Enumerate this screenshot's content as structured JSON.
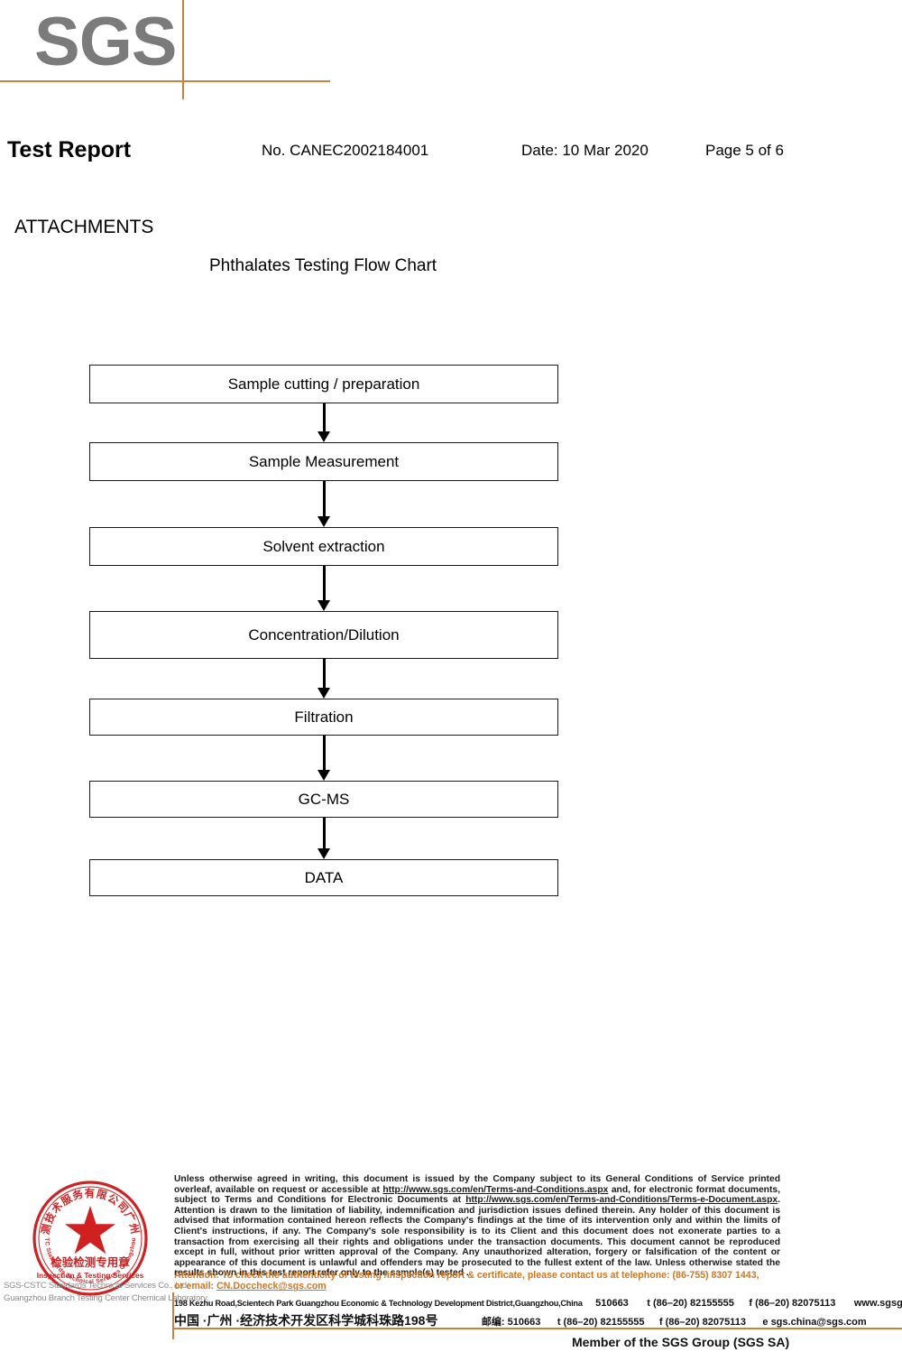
{
  "brand": {
    "logo_text": "SGS",
    "logo_color": "#7b7b7b",
    "accent_color": "#c8823c"
  },
  "header": {
    "title": "Test Report",
    "report_no": "No. CANEC2002184001",
    "date": "Date: 10 Mar 2020",
    "page": "Page 5 of 6"
  },
  "body": {
    "section_heading": "ATTACHMENTS",
    "flow_title": "Phthalates Testing Flow Chart"
  },
  "chart_data": {
    "type": "diagram",
    "title": "Phthalates Testing Flow Chart",
    "orientation": "vertical",
    "connector": "down-arrow",
    "steps": [
      {
        "label": "Sample cutting / preparation"
      },
      {
        "label": "Sample Measurement"
      },
      {
        "label": "Solvent extraction"
      },
      {
        "label": "Concentration/Dilution"
      },
      {
        "label": "Filtration"
      },
      {
        "label": "GC-MS"
      },
      {
        "label": "DATA"
      }
    ]
  },
  "seal": {
    "chinese_ring": "检验检测技术服务有限公司广州分公司",
    "center_cn": "检验检测专用章",
    "center_en": "Inspection & Testing Services",
    "ring_en": "SGS-CSTC Standards Technical Services Guangzhou Branch",
    "overlay_line1": "SGS-CSTC Standards Technical Services Co., Ltd.",
    "overlay_line2": "Guangzhou Branch Testing Center Chemical Laboratory.",
    "star_color": "#d02020",
    "ring_color": "#cc2222"
  },
  "footer": {
    "legal_p1": "Unless otherwise agreed in writing, this document is issued by the Company subject to its General Conditions of Service printed overleaf, available on request or accessible at ",
    "legal_link1": "http://www.sgs.com/en/Terms-and-Conditions.aspx",
    "legal_p2": " and, for electronic format documents, subject to Terms and Conditions for Electronic Documents at ",
    "legal_link2": "http://www.sgs.com/en/Terms-and-Conditions/Terms-e-Document.aspx",
    "legal_p3": ". Attention is drawn to the limitation of liability, indemnification and jurisdiction issues defined therein. Any holder of this document is advised that information contained hereon reflects the Company's findings at the time of its intervention only and within the limits of Client's instructions, if any. The Company's sole responsibility is to its Client and this document does not exonerate parties to a transaction from exercising all their rights and obligations under the transaction documents. This document cannot be reproduced except in full, without prior written approval of the Company. Any unauthorized alteration, forgery or falsification of the content or appearance of this document is unlawful and offenders may be prosecuted to the fullest extent of the law. Unless otherwise stated the results shown in this test report refer only to the sample(s) tested .",
    "attention_text": "Attention: To check the authenticity of testing /inspection report & certificate, please contact us at telephone: (86-755) 8307 1443,",
    "attention_email_prefix": "or email: ",
    "attention_email": "CN.Doccheck@sgs.com",
    "address_en": "198 Kezhu Road,Scientech Park Guangzhou Economic & Technology Development District,Guangzhou,China",
    "postcode_en": "510663",
    "tel_en": "t (86–20) 82155555",
    "fax_en": "f (86–20) 82075113",
    "web_en": "www.sgsgroup.com.cn",
    "address_cn": "中国 ·广州 ·经济技术开发区科学城科珠路198号",
    "postcode_cn_label": "邮编: 510663",
    "tel_cn": "t (86–20) 82155555",
    "fax_cn": "f (86–20) 82075113",
    "email_cn": "e  sgs.china@sgs.com",
    "member_line": "Member of the SGS Group (SGS SA)",
    "accent_color": "#c8823c",
    "attention_color": "#d2771f"
  }
}
